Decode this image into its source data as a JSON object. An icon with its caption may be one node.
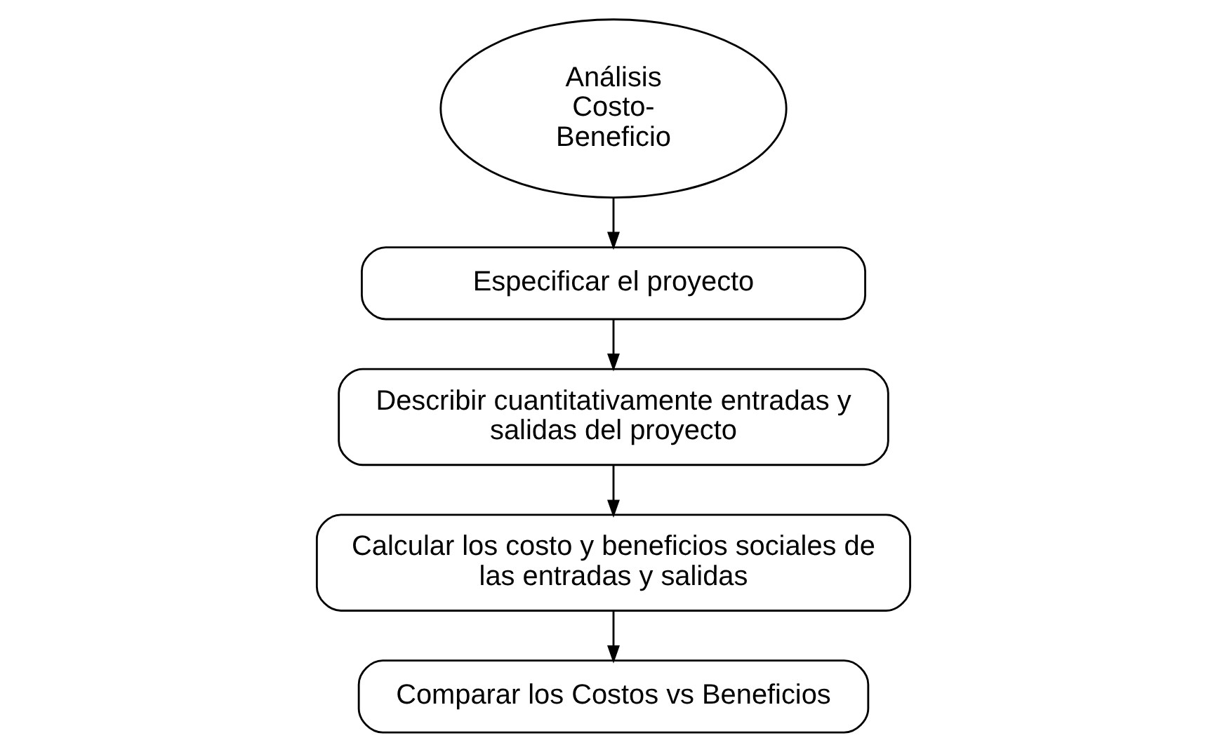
{
  "diagram": {
    "nodes": [
      {
        "text": [
          "Análisis Costo-Beneficio"
        ]
      },
      {
        "text": [
          "Especificar el proyecto"
        ]
      },
      {
        "text": [
          "Describir cuantitativamente entradas y salidas del proyecto"
        ]
      },
      {
        "text": [
          "Calcular los costo y beneficios sociales de las entradas y salidas"
        ]
      },
      {
        "text": [
          "Comparar los Costos vs Beneficios"
        ]
      }
    ],
    "edges": [
      {
        "from": 0,
        "to": 1,
        "arrow": "to"
      },
      {
        "from": 1,
        "to": 2,
        "arrow": "to"
      },
      {
        "from": 2,
        "to": 3,
        "arrow": "to"
      },
      {
        "from": 3,
        "to": 4,
        "arrow": "to"
      }
    ]
  }
}
